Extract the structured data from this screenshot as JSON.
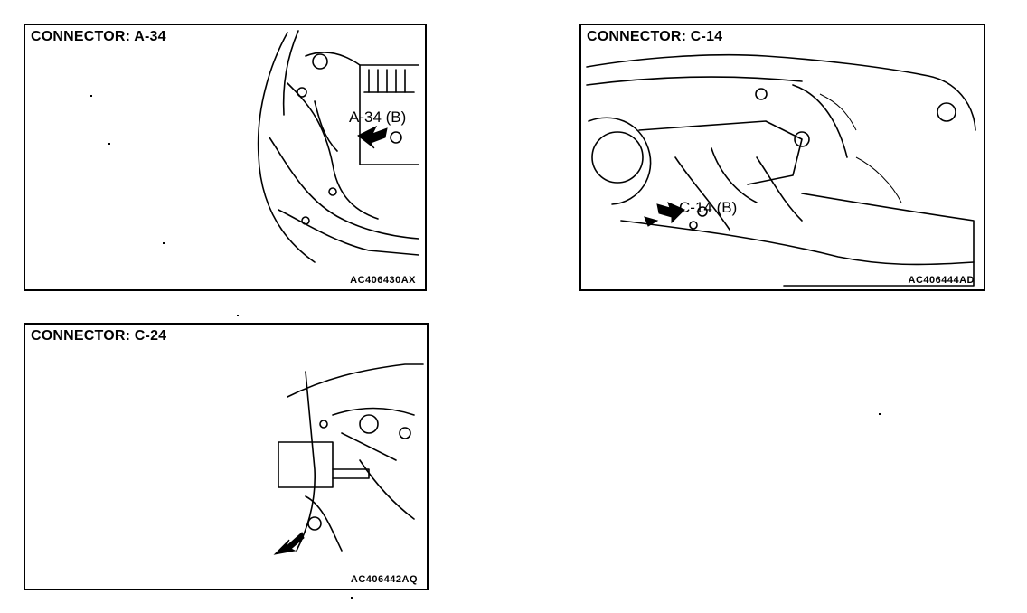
{
  "panels": [
    {
      "title": "CONNECTOR: A-34",
      "callout": "A-34 (B)",
      "code": "AC406430AX"
    },
    {
      "title": "CONNECTOR: C-14",
      "callout": "C-14 (B)",
      "code": "AC406444AD"
    },
    {
      "title": "CONNECTOR: C-24",
      "callout": "",
      "code": "AC406442AQ"
    }
  ]
}
